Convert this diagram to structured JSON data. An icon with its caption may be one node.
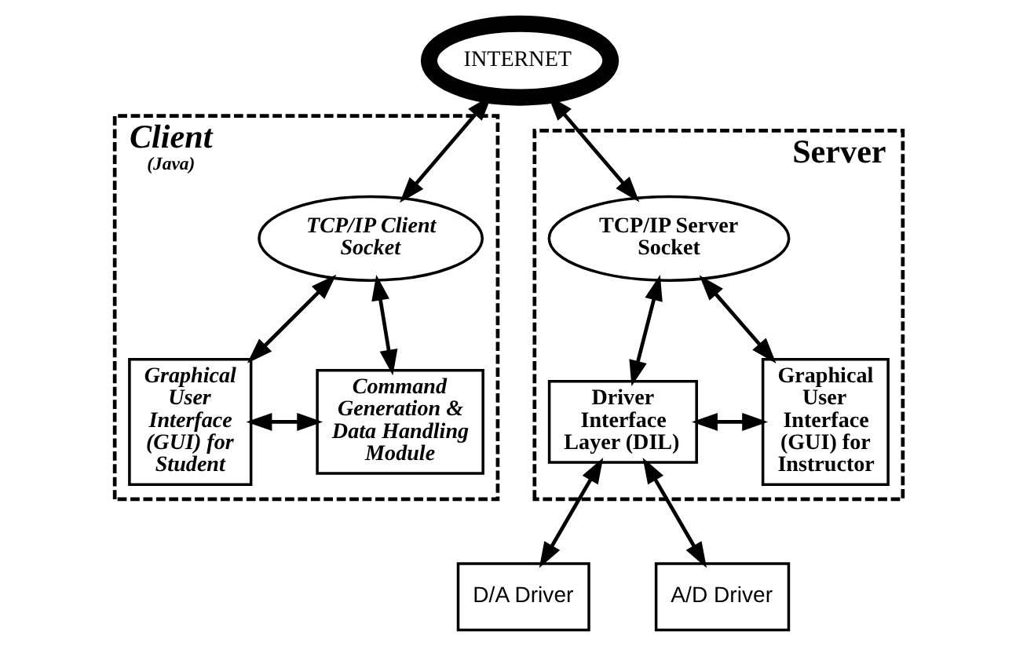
{
  "diagram": {
    "nodes": [
      {
        "text": [
          "INTERNET"
        ]
      },
      {
        "text": [
          "Client",
          "(Java)"
        ]
      },
      {
        "text": [
          "TCP/IP Client Socket"
        ],
        "in": 1
      },
      {
        "text": [
          "Graphical User Interface (GUI) for Student"
        ],
        "in": 1
      },
      {
        "text": [
          "Command Generation & Data Handling Module"
        ],
        "in": 1
      },
      {
        "text": [
          "Server"
        ]
      },
      {
        "text": [
          "TCP/IP Server Socket"
        ],
        "in": 5
      },
      {
        "text": [
          "Driver Interface Layer (DIL)"
        ],
        "in": 5
      },
      {
        "text": [
          "Graphical User Interface (GUI) for Instructor"
        ],
        "in": 5
      },
      {
        "text": [
          "D/A Driver"
        ]
      },
      {
        "text": [
          "A/D Driver"
        ]
      }
    ],
    "edges": [
      {
        "from": 0,
        "to": 2,
        "arrow": "both"
      },
      {
        "from": 0,
        "to": 6,
        "arrow": "both"
      },
      {
        "from": 2,
        "to": 3,
        "arrow": "both"
      },
      {
        "from": 2,
        "to": 4,
        "arrow": "both"
      },
      {
        "from": 3,
        "to": 4,
        "arrow": "both"
      },
      {
        "from": 6,
        "to": 7,
        "arrow": "both"
      },
      {
        "from": 6,
        "to": 8,
        "arrow": "both"
      },
      {
        "from": 7,
        "to": 8,
        "arrow": "both"
      },
      {
        "from": 7,
        "to": 9,
        "arrow": "both"
      },
      {
        "from": 7,
        "to": 10,
        "arrow": "both"
      }
    ]
  }
}
